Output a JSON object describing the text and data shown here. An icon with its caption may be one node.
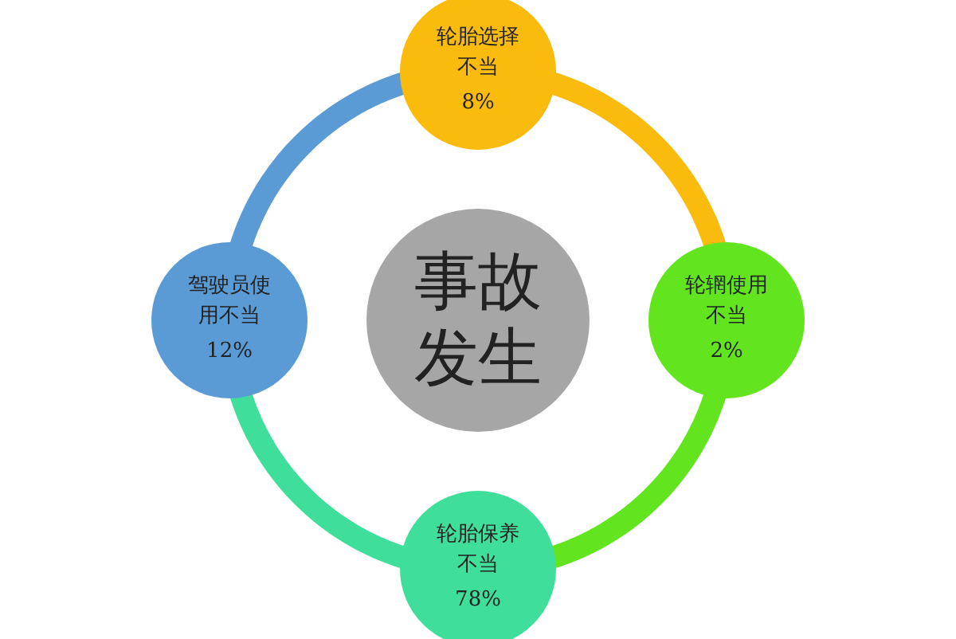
{
  "diagram": {
    "nodes": [
      {
        "text": [
          "事故发生"
        ]
      },
      {
        "text": [
          "轮胎选择不当",
          "8%"
        ]
      },
      {
        "text": [
          "轮辋使用不当",
          "2%"
        ]
      },
      {
        "text": [
          "轮胎保养不当",
          "78%"
        ]
      },
      {
        "text": [
          "驾驶员使用不当",
          "12%"
        ]
      }
    ],
    "edges": [
      {
        "from": 1,
        "to": 2,
        "arrow": "none",
        "color": "#fbbb0c"
      },
      {
        "from": 2,
        "to": 3,
        "arrow": "none",
        "color": "#62e51e"
      },
      {
        "from": 3,
        "to": 4,
        "arrow": "none",
        "color": "#3fde9a"
      },
      {
        "from": 4,
        "to": 1,
        "arrow": "none",
        "color": "#5b9bd5"
      }
    ]
  }
}
